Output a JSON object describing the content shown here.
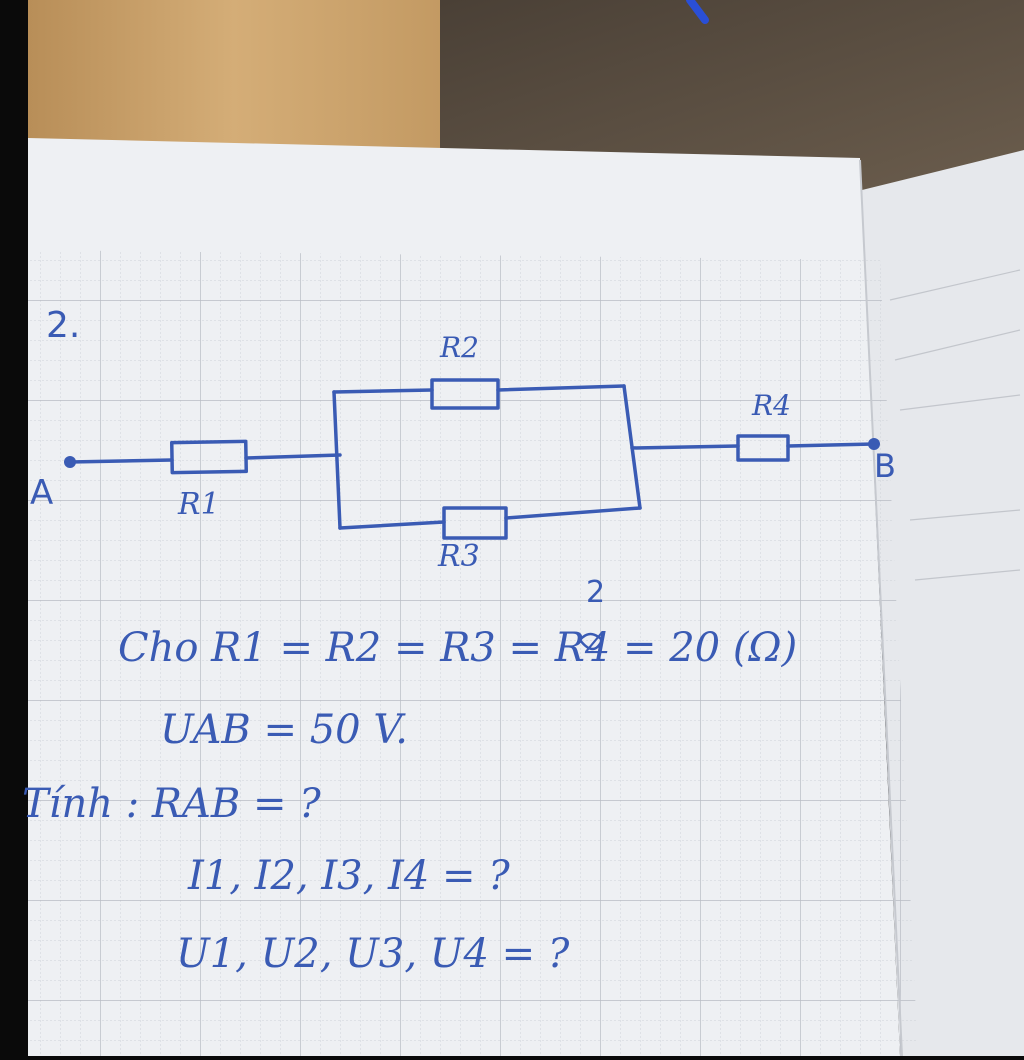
{
  "diagram": {
    "problem_number": "2.",
    "nodes": {
      "a": "A",
      "b": "B"
    },
    "resistors": {
      "r1": "R1",
      "r2": "R2",
      "r3": "R3",
      "r4": "R4"
    }
  },
  "notes": {
    "correction": "2",
    "given": "Cho R1 = R2 = R3 = R4 = 20 (Ω)",
    "voltage": "UAB = 50 V.",
    "find": "Tính : RAB = ?",
    "currents": "I1, I2, I3, I4 = ?",
    "voltages": "U1, U2, U3, U4 = ?"
  },
  "colors": {
    "ink": "#3a5bb4",
    "paper": "#eef0f3",
    "grid": "#c9ccd2",
    "wood": "#c9a06a",
    "background": "#0a0a0a"
  }
}
